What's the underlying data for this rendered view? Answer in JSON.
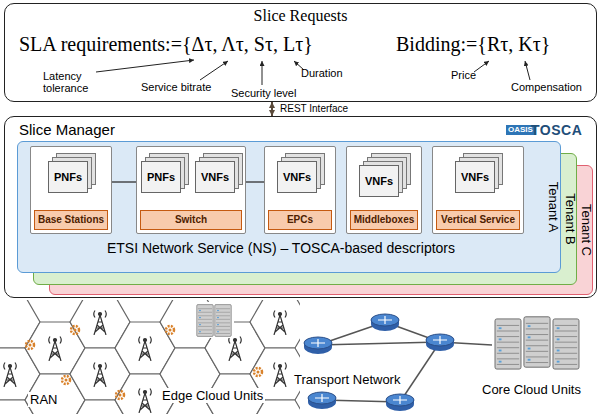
{
  "diagram": {
    "nodes": [
      {
        "text": [
          "Slice Requests",
          "SLA requirements:={Δτ, Λτ, Sτ, Lτ}",
          "Bidding:={Rτ, Kτ}",
          "Latency tolerance",
          "Service bitrate",
          "Security level",
          "Duration",
          "Price",
          "Compensation"
        ]
      },
      {
        "text": [
          "Slice Manager",
          "OASIS",
          "TOSCA"
        ]
      },
      {
        "text": [
          "Tenant C"
        ],
        "in": 1
      },
      {
        "text": [
          "Tenant B"
        ],
        "in": 1
      },
      {
        "text": [
          "Tenant A",
          "ETSI Network Service (NS) – TOSCA-based descriptors"
        ],
        "in": 1
      },
      {
        "text": [
          "PNFs",
          "Base Stations"
        ],
        "in": 4
      },
      {
        "text": [
          "PNFs",
          "VNFs",
          "Switch"
        ],
        "in": 4
      },
      {
        "text": [
          "VNFs",
          "EPCs"
        ],
        "in": 4
      },
      {
        "text": [
          "VNFs",
          "Middleboxes"
        ],
        "in": 4
      },
      {
        "text": [
          "VNFs",
          "Vertical Service"
        ],
        "in": 4
      }
    ],
    "edges": [
      {
        "from": 0,
        "to": 1,
        "label": "REST Interface",
        "arrow": "both"
      },
      {
        "from": 5,
        "to": 6,
        "arrow": "none"
      },
      {
        "from": 6,
        "to": 7,
        "arrow": "none"
      }
    ],
    "labels": [
      "RAN",
      "Edge Cloud Units",
      "Transport Network",
      "Core Cloud Units"
    ]
  }
}
